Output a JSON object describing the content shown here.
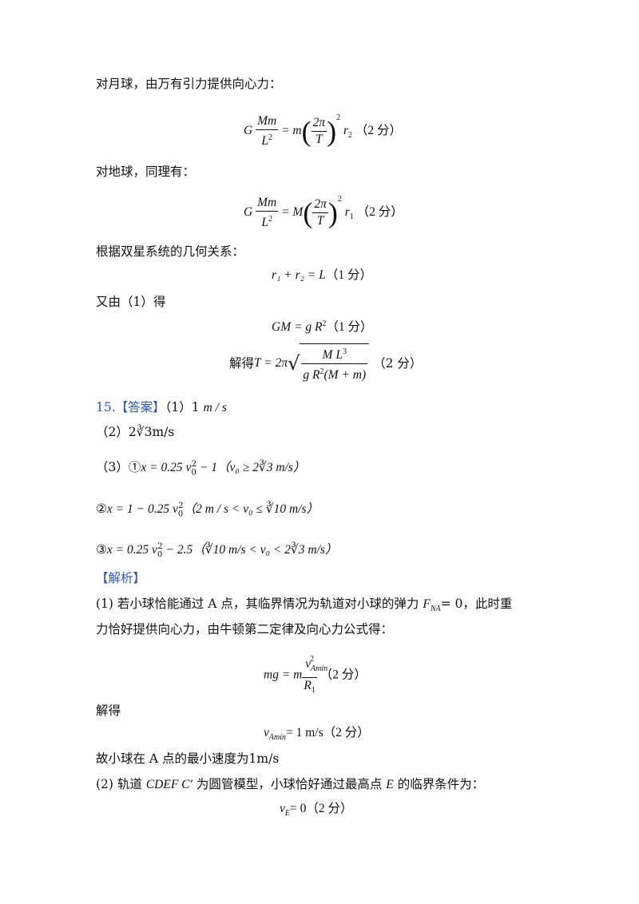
{
  "lines": {
    "moon": "对月球，由万有引力提供向心力：",
    "earth": "对地球，同理有：",
    "geom": "根据双星系统的几何关系：",
    "again": "又由（1）得",
    "jiede": "解得",
    "q15_label": "15.【答案】",
    "a1": "（1）1",
    "a1_unit": "m / s",
    "a2": "（2）2∛3",
    "a2_unit": "m/s",
    "a3_prefix": "（3）①",
    "analysis": "【解析】",
    "p1_l1": "(1) 若小球恰能通过 A 点，其临界情况为轨道对小球的弹力",
    "p1_l1_end": "，此时重",
    "p1_l2": "力恰好提供向心力，由牛顿第二定律及向心力公式得：",
    "jiede2": "解得",
    "conclusion": "故小球在 A 点的最小速度为1m/s",
    "p2": "(2) 轨道",
    "p2_mid": "为圆管模型，小球恰好通过最高点",
    "p2_end": "的临界条件为："
  },
  "scores": {
    "s2": "（2 分）",
    "s1": "（1 分）"
  },
  "math": {
    "eq1_lhs": "G",
    "eq1_num": "Mm",
    "eq1_den": "L",
    "eq1_eq": "= m",
    "two_pi": "2π",
    "T": "T",
    "r2": "r",
    "eq2_eq": "= M",
    "r1": "r",
    "sum": "r₁ + r₂ = L",
    "gm": "GM = g R",
    "T_eq": "T = 2π",
    "root_num": "M L",
    "root_den": "g R",
    "root_den2": "(M + m)",
    "x1": "x = 0.25 v",
    "x1_tail": " − 1（v₀ ≥ 2∛3 m/s）",
    "x2": "x = 1 − 0.25 v",
    "x2_tail": "（2 m / s < v₀ ≤ ∛10 m/s）",
    "x3": "x = 0.25 v",
    "x3_tail": " − 2.5（∛10 m/s < v₀ < 2∛3 m/s）",
    "circ2": "②",
    "circ3": "③",
    "FNA": "F",
    "FNA_eq": "= 0",
    "mg": "mg = m",
    "vAmin": "v",
    "R1": "R",
    "vres": "v",
    "vres_eq": "= 1 m/s",
    "track": "CDEF C′",
    "E": "E",
    "vE": "v",
    "vE_eq": "= 0"
  }
}
